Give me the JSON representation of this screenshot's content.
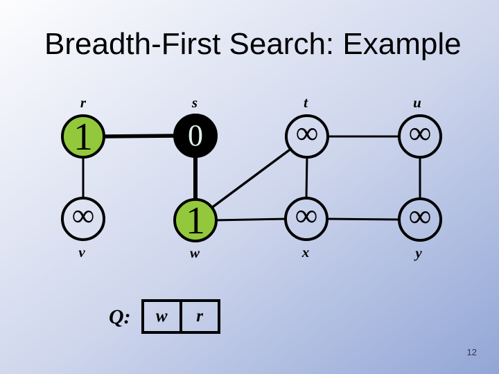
{
  "slide": {
    "title": "Breadth-First Search: Example",
    "page_number": "12"
  },
  "graph": {
    "nodes": [
      {
        "id": "r",
        "label": "r",
        "value": "1",
        "state": "discovered"
      },
      {
        "id": "s",
        "label": "s",
        "value": "0",
        "state": "finished"
      },
      {
        "id": "t",
        "label": "t",
        "value": "∞",
        "state": "undiscovered"
      },
      {
        "id": "u",
        "label": "u",
        "value": "∞",
        "state": "undiscovered"
      },
      {
        "id": "v",
        "label": "v",
        "value": "∞",
        "state": "undiscovered"
      },
      {
        "id": "w",
        "label": "w",
        "value": "1",
        "state": "discovered"
      },
      {
        "id": "x",
        "label": "x",
        "value": "∞",
        "state": "undiscovered"
      },
      {
        "id": "y",
        "label": "y",
        "value": "∞",
        "state": "undiscovered"
      }
    ],
    "edges": [
      {
        "from": "r",
        "to": "s",
        "emphasis": "thick"
      },
      {
        "from": "r",
        "to": "v",
        "emphasis": "normal"
      },
      {
        "from": "s",
        "to": "w",
        "emphasis": "thick"
      },
      {
        "from": "w",
        "to": "t",
        "emphasis": "normal"
      },
      {
        "from": "w",
        "to": "x",
        "emphasis": "normal"
      },
      {
        "from": "t",
        "to": "x",
        "emphasis": "normal"
      },
      {
        "from": "t",
        "to": "u",
        "emphasis": "normal"
      },
      {
        "from": "u",
        "to": "y",
        "emphasis": "normal"
      },
      {
        "from": "x",
        "to": "y",
        "emphasis": "normal"
      }
    ],
    "colors": {
      "discovered_fill": "#94C83C",
      "finished_fill": "#000000",
      "finished_text": "#DFF0E8",
      "edge_stroke": "#000000"
    }
  },
  "queue": {
    "label": "Q:",
    "items": [
      "w",
      "r"
    ]
  }
}
